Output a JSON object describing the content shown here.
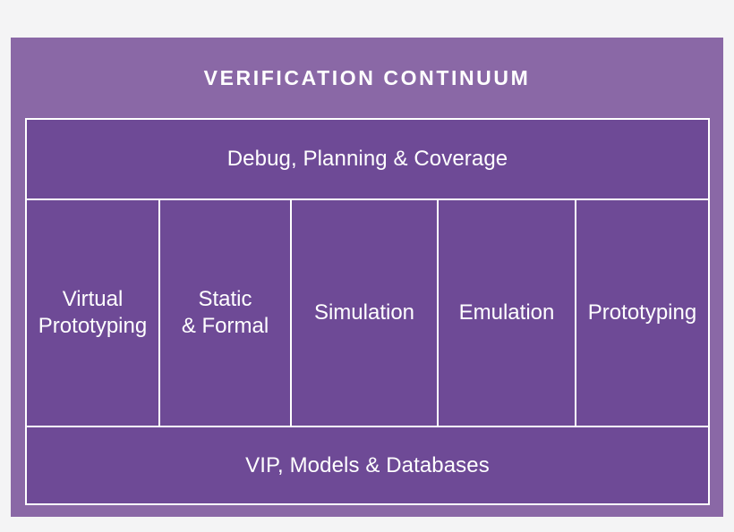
{
  "page": {
    "background_color": "#f4f4f5"
  },
  "panel": {
    "background_color": "#8a68a6",
    "title": "Verification Continuum",
    "inner_background_color": "#6e4a96",
    "border_color": "#ffffff",
    "text_color": "#ffffff"
  },
  "diagram": {
    "top_band": {
      "label": "Debug, Planning & Coverage"
    },
    "bottom_band": {
      "label": "VIP, Models & Databases"
    },
    "columns": [
      {
        "label": "Virtual Prototyping",
        "lines": [
          "Virtual",
          "Prototyping"
        ]
      },
      {
        "label": "Static & Formal",
        "lines": [
          "Static",
          "& Formal"
        ]
      },
      {
        "label": "Simulation",
        "lines": [
          "Simulation"
        ]
      },
      {
        "label": "Emulation",
        "lines": [
          "Emulation"
        ]
      },
      {
        "label": "Prototyping",
        "lines": [
          "Prototyping"
        ]
      }
    ]
  }
}
